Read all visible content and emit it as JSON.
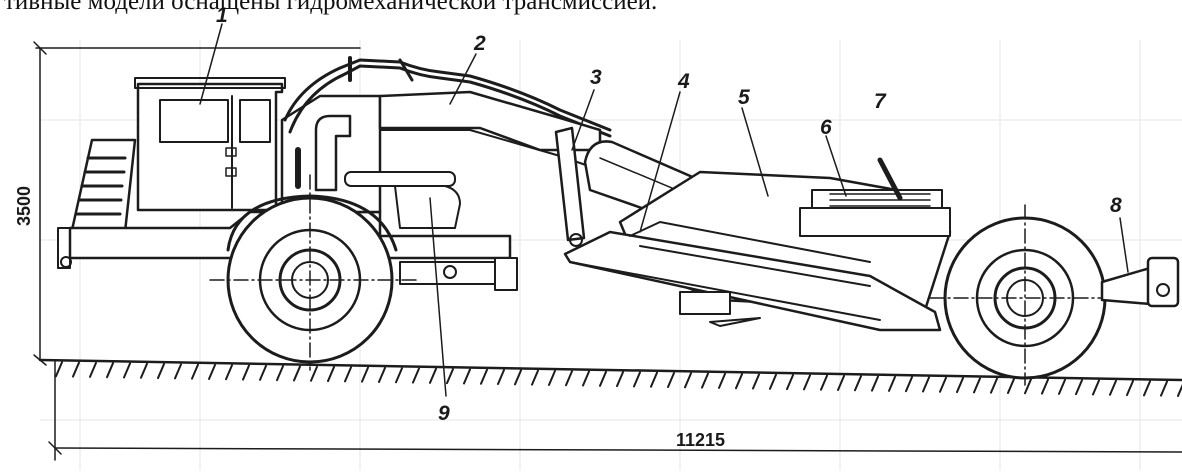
{
  "header": {
    "text": "тивные модели оснащены гидромеханической трансмиссией."
  },
  "drawing": {
    "callouts": [
      "1",
      "2",
      "3",
      "4",
      "5",
      "6",
      "7",
      "8",
      "9"
    ],
    "dimensions": {
      "height": "3500",
      "length": "11215"
    }
  }
}
